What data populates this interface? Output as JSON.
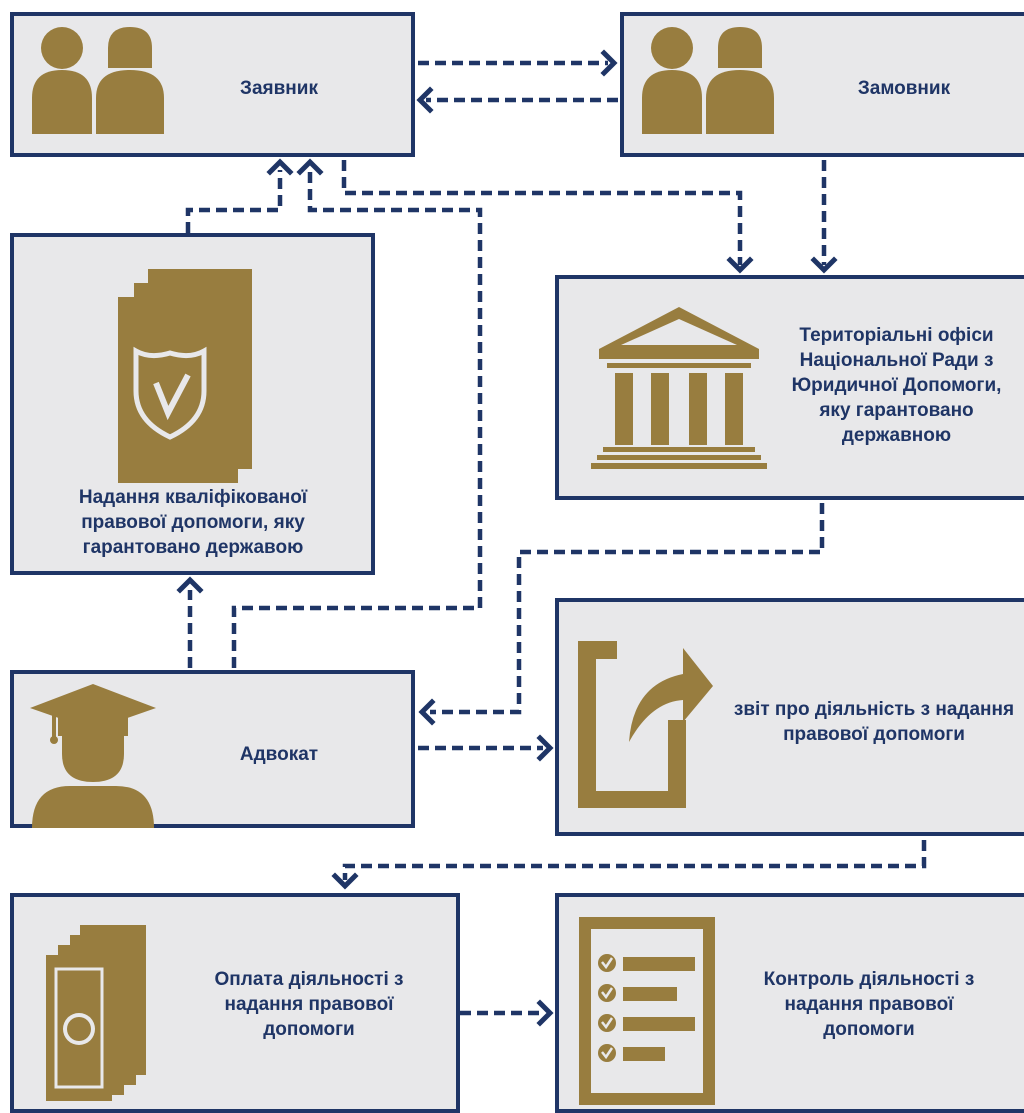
{
  "colors": {
    "navy": "#1f3566",
    "gold": "#987d3f",
    "box_fill": "#e8e8ea",
    "white": "#ffffff"
  },
  "nodes": {
    "applicant": {
      "label": "Заявник",
      "icon": "people-icon"
    },
    "customer": {
      "label": "Замовник",
      "icon": "people-icon"
    },
    "legal_aid": {
      "label": "Надання кваліфікованої правової допомоги, яку гарантовано державою",
      "icon": "shield-document-icon"
    },
    "offices": {
      "label": "Територіальні офіси Національної Ради з Юридичної Допомоги, яку гарантовано державною",
      "icon": "courthouse-icon"
    },
    "lawyer": {
      "label": "Адвокат",
      "icon": "graduate-icon"
    },
    "report": {
      "label": "звіт про діяльність з надання правової допомоги",
      "icon": "share-arrow-icon"
    },
    "payment": {
      "label": "Оплата діяльності з надання правової допомоги",
      "icon": "money-stack-icon"
    },
    "control": {
      "label": "Контроль діяльності з надання правової допомоги",
      "icon": "checklist-icon"
    }
  },
  "edges": [
    {
      "from": "applicant",
      "to": "customer"
    },
    {
      "from": "customer",
      "to": "applicant"
    },
    {
      "from": "applicant",
      "to": "offices"
    },
    {
      "from": "customer",
      "to": "offices"
    },
    {
      "from": "legal_aid",
      "to": "applicant"
    },
    {
      "from": "lawyer",
      "to": "applicant"
    },
    {
      "from": "offices",
      "to": "lawyer"
    },
    {
      "from": "lawyer",
      "to": "legal_aid"
    },
    {
      "from": "lawyer",
      "to": "report"
    },
    {
      "from": "report",
      "to": "payment"
    },
    {
      "from": "payment",
      "to": "control"
    }
  ]
}
